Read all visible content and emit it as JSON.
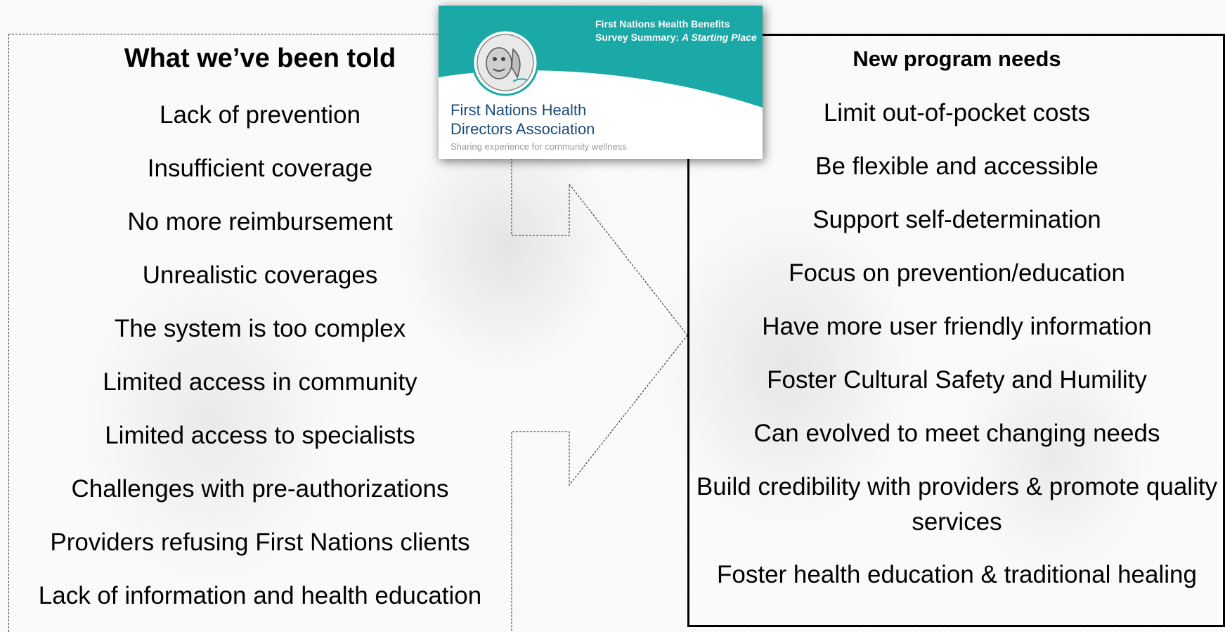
{
  "left": {
    "title": "What we’ve been told",
    "items": [
      "Lack of prevention",
      "Insufficient coverage",
      "No more reimbursement",
      "Unrealistic coverages",
      "The system is too complex",
      "Limited access in community",
      "Limited access to specialists",
      "Challenges with pre-authorizations",
      "Providers refusing First Nations clients",
      "Lack of information and health education"
    ]
  },
  "right": {
    "title": "New program needs",
    "items": [
      "Limit out-of-pocket costs",
      "Be flexible and accessible",
      "Support self-determination",
      "Focus on prevention/education",
      "Have more user friendly information",
      "Foster Cultural Safety and Humility",
      "Can evolved to meet changing needs",
      "Build credibility with providers & promote quality services",
      "Foster health education & traditional healing"
    ]
  },
  "report_card": {
    "title_line1": "First Nations Health Benefits",
    "title_line2_prefix": "Survey Summary: ",
    "title_line2_italic": "A Starting Place",
    "org_line1": "First Nations Health",
    "org_line2": "Directors Association",
    "tagline": "Sharing experience for community wellness",
    "teal_color": "#1aa9a6",
    "emblem_icon": "first-nations-emblem"
  }
}
